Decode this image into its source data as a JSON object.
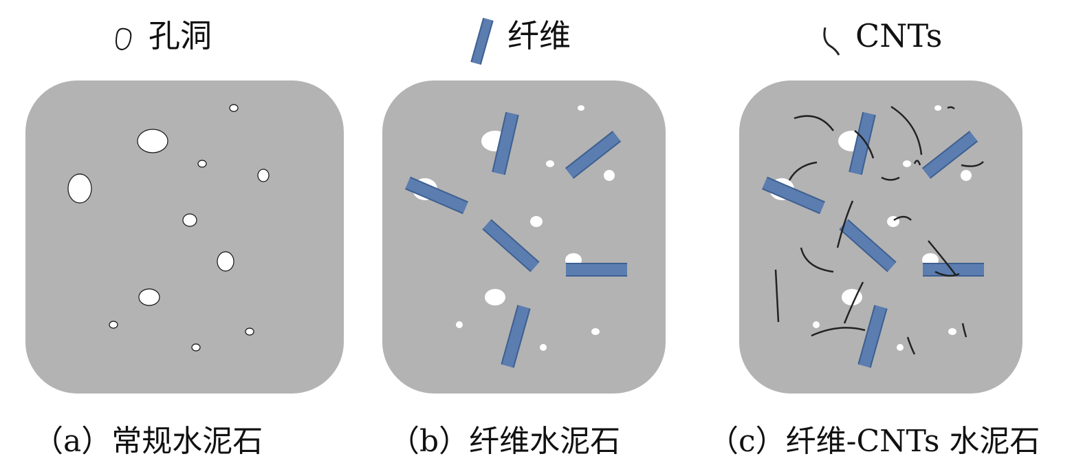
{
  "legend": {
    "pore_label": "孔洞",
    "fiber_label": "纤维",
    "cnt_label": "CNTs"
  },
  "captions": {
    "a": "（a）常规水泥石",
    "b": "（b）纤维水泥石",
    "c": "（c）纤维-CNTs 水泥石"
  },
  "colors": {
    "matrix": "#b3b3b3",
    "fiber": "#5b7db0",
    "fiber_edge": "#3d5f90",
    "pore": "#ffffff",
    "cnt": "#222222"
  }
}
